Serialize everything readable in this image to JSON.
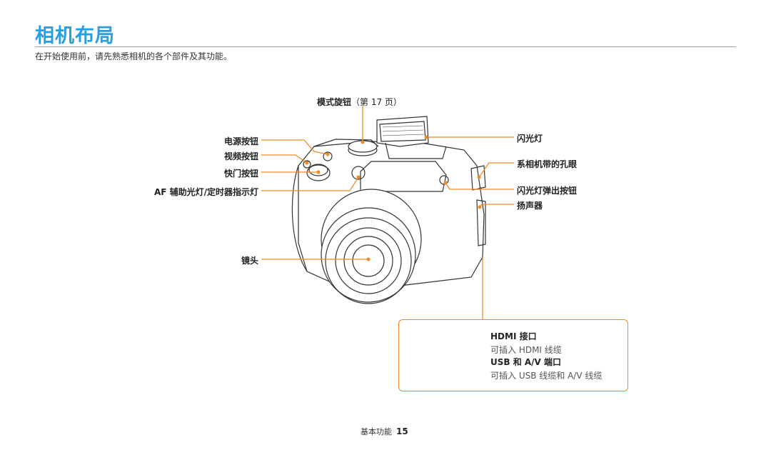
{
  "page": {
    "title": "相机布局",
    "intro": "在开始使用前，请先熟悉相机的各个部件及其功能。"
  },
  "labels": {
    "mode_dial": "模式旋钮",
    "mode_dial_ref": "（第 17 页）",
    "power_button": "电源按钮",
    "video_button": "视频按钮",
    "shutter_button": "快门按钮",
    "af_assist": "AF 辅助光灯/定时器指示灯",
    "lens": "镜头",
    "flash": "闪光灯",
    "strap_eyelet": "系相机带的孔眼",
    "flash_popup": "闪光灯弹出按钮",
    "speaker": "扬声器"
  },
  "ports": {
    "hdmi_title": "HDMI 接口",
    "hdmi_desc": "可插入 HDMI 线缆",
    "usb_title": "USB 和 A/V 端口",
    "usb_desc": "可插入 USB 线缆和 A/V 线缆"
  },
  "footer": {
    "section": "基本功能",
    "page_number": "15"
  },
  "colors": {
    "title": "#2a9fe0",
    "callout": "#f08a24"
  }
}
